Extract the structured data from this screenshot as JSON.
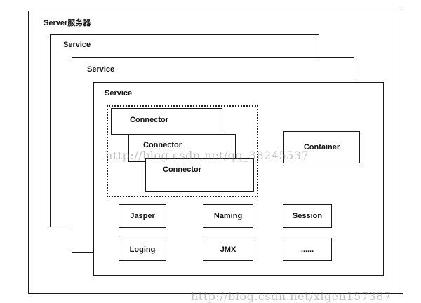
{
  "server": {
    "title": "Server服务器"
  },
  "services": [
    {
      "title": "Service"
    },
    {
      "title": "Service"
    },
    {
      "title": "Service"
    }
  ],
  "connectors": [
    {
      "label": "Connector"
    },
    {
      "label": "Connector"
    },
    {
      "label": "Connector"
    }
  ],
  "container": {
    "label": "Container"
  },
  "modules_row1": [
    {
      "label": "Jasper"
    },
    {
      "label": "Naming"
    },
    {
      "label": "Session"
    }
  ],
  "modules_row2": [
    {
      "label": "Loging"
    },
    {
      "label": "JMX"
    },
    {
      "label": "......"
    }
  ],
  "watermarks": [
    {
      "text": "http://blog.csdn.net/qq_38245537"
    },
    {
      "text": "http://blog.csdn.net/xlgen157387"
    }
  ]
}
